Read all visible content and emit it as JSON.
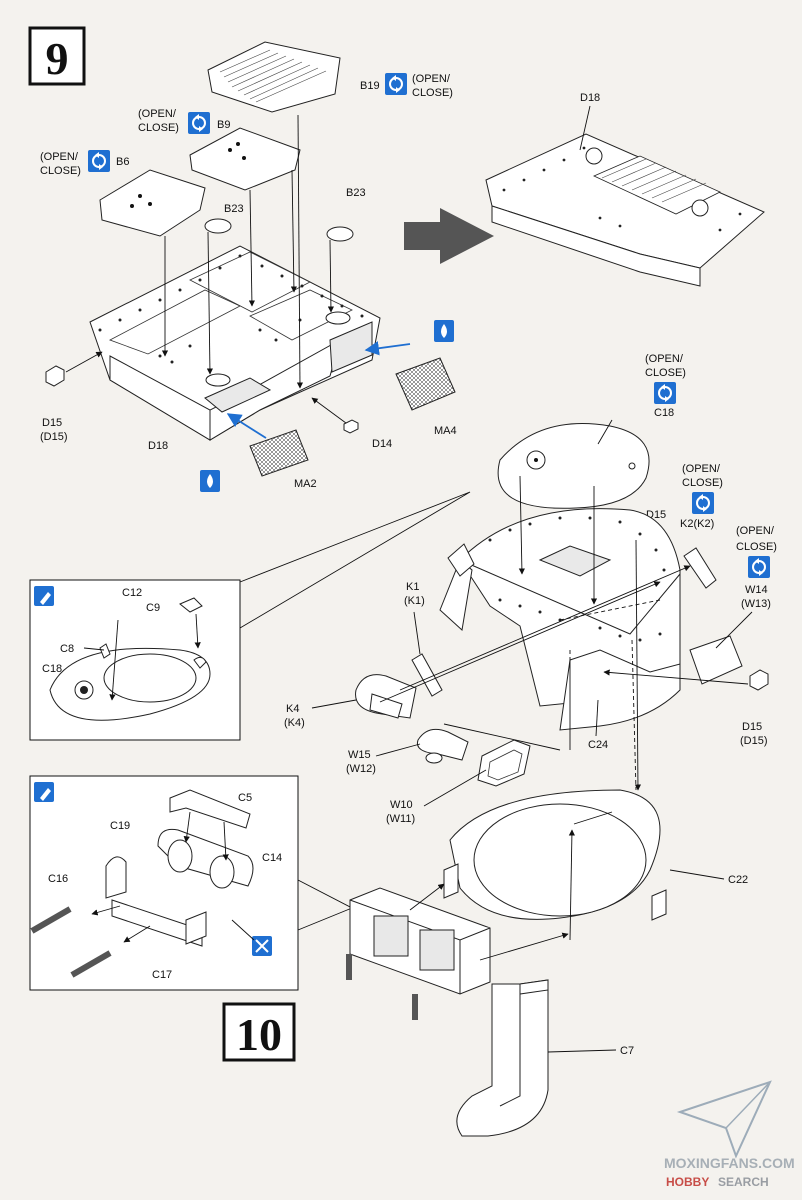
{
  "steps": {
    "step9": "9",
    "step10": "10"
  },
  "labels": {
    "b19": "B19",
    "b19_note": [
      "(OPEN/",
      "CLOSE)"
    ],
    "b9": "B9",
    "b9_note": [
      "(OPEN/",
      "CLOSE)"
    ],
    "b6": "B6",
    "b6_note": [
      "(OPEN/",
      "CLOSE)"
    ],
    "b23_left": "B23",
    "b23_right": "B23",
    "d18_top": "D18",
    "d18_bottom": "D18",
    "d15_left": [
      "D15",
      "(D15)"
    ],
    "d14": "D14",
    "ma4": "MA4",
    "ma2": "MA2",
    "c18_note": [
      "(OPEN/",
      "CLOSE)"
    ],
    "c18": "C18",
    "k2_note": [
      "(OPEN/",
      "CLOSE)"
    ],
    "k2": "K2(K2)",
    "d15_mid": "D15",
    "w14_note": [
      "(OPEN/",
      "CLOSE)"
    ],
    "w14": [
      "W14",
      "(W13)"
    ],
    "k1": [
      "K1",
      "(K1)"
    ],
    "k4": [
      "K4",
      "(K4)"
    ],
    "w15": [
      "W15",
      "(W12)"
    ],
    "w10": [
      "W10",
      "(W11)"
    ],
    "d15_right": [
      "D15",
      "(D15)"
    ],
    "c24": "C24",
    "c12": "C12",
    "c9": "C9",
    "c8": "C8",
    "c18_inset": "C18",
    "c5": "C5",
    "c19": "C19",
    "c14": "C14",
    "c16": "C16",
    "c17": "C17",
    "c22": "C22",
    "c7": "C7"
  },
  "watermark": {
    "line1": "MOXINGFANS.COM",
    "line2a": "HOBBY",
    "line2b": "SEARCH"
  },
  "icons": {
    "open_close": "rotate-arrows-icon",
    "glue": "glue-drop-icon",
    "paint": "brush-icon",
    "no_glue": "no-glue-icon",
    "accent": "#1f6fd1"
  }
}
